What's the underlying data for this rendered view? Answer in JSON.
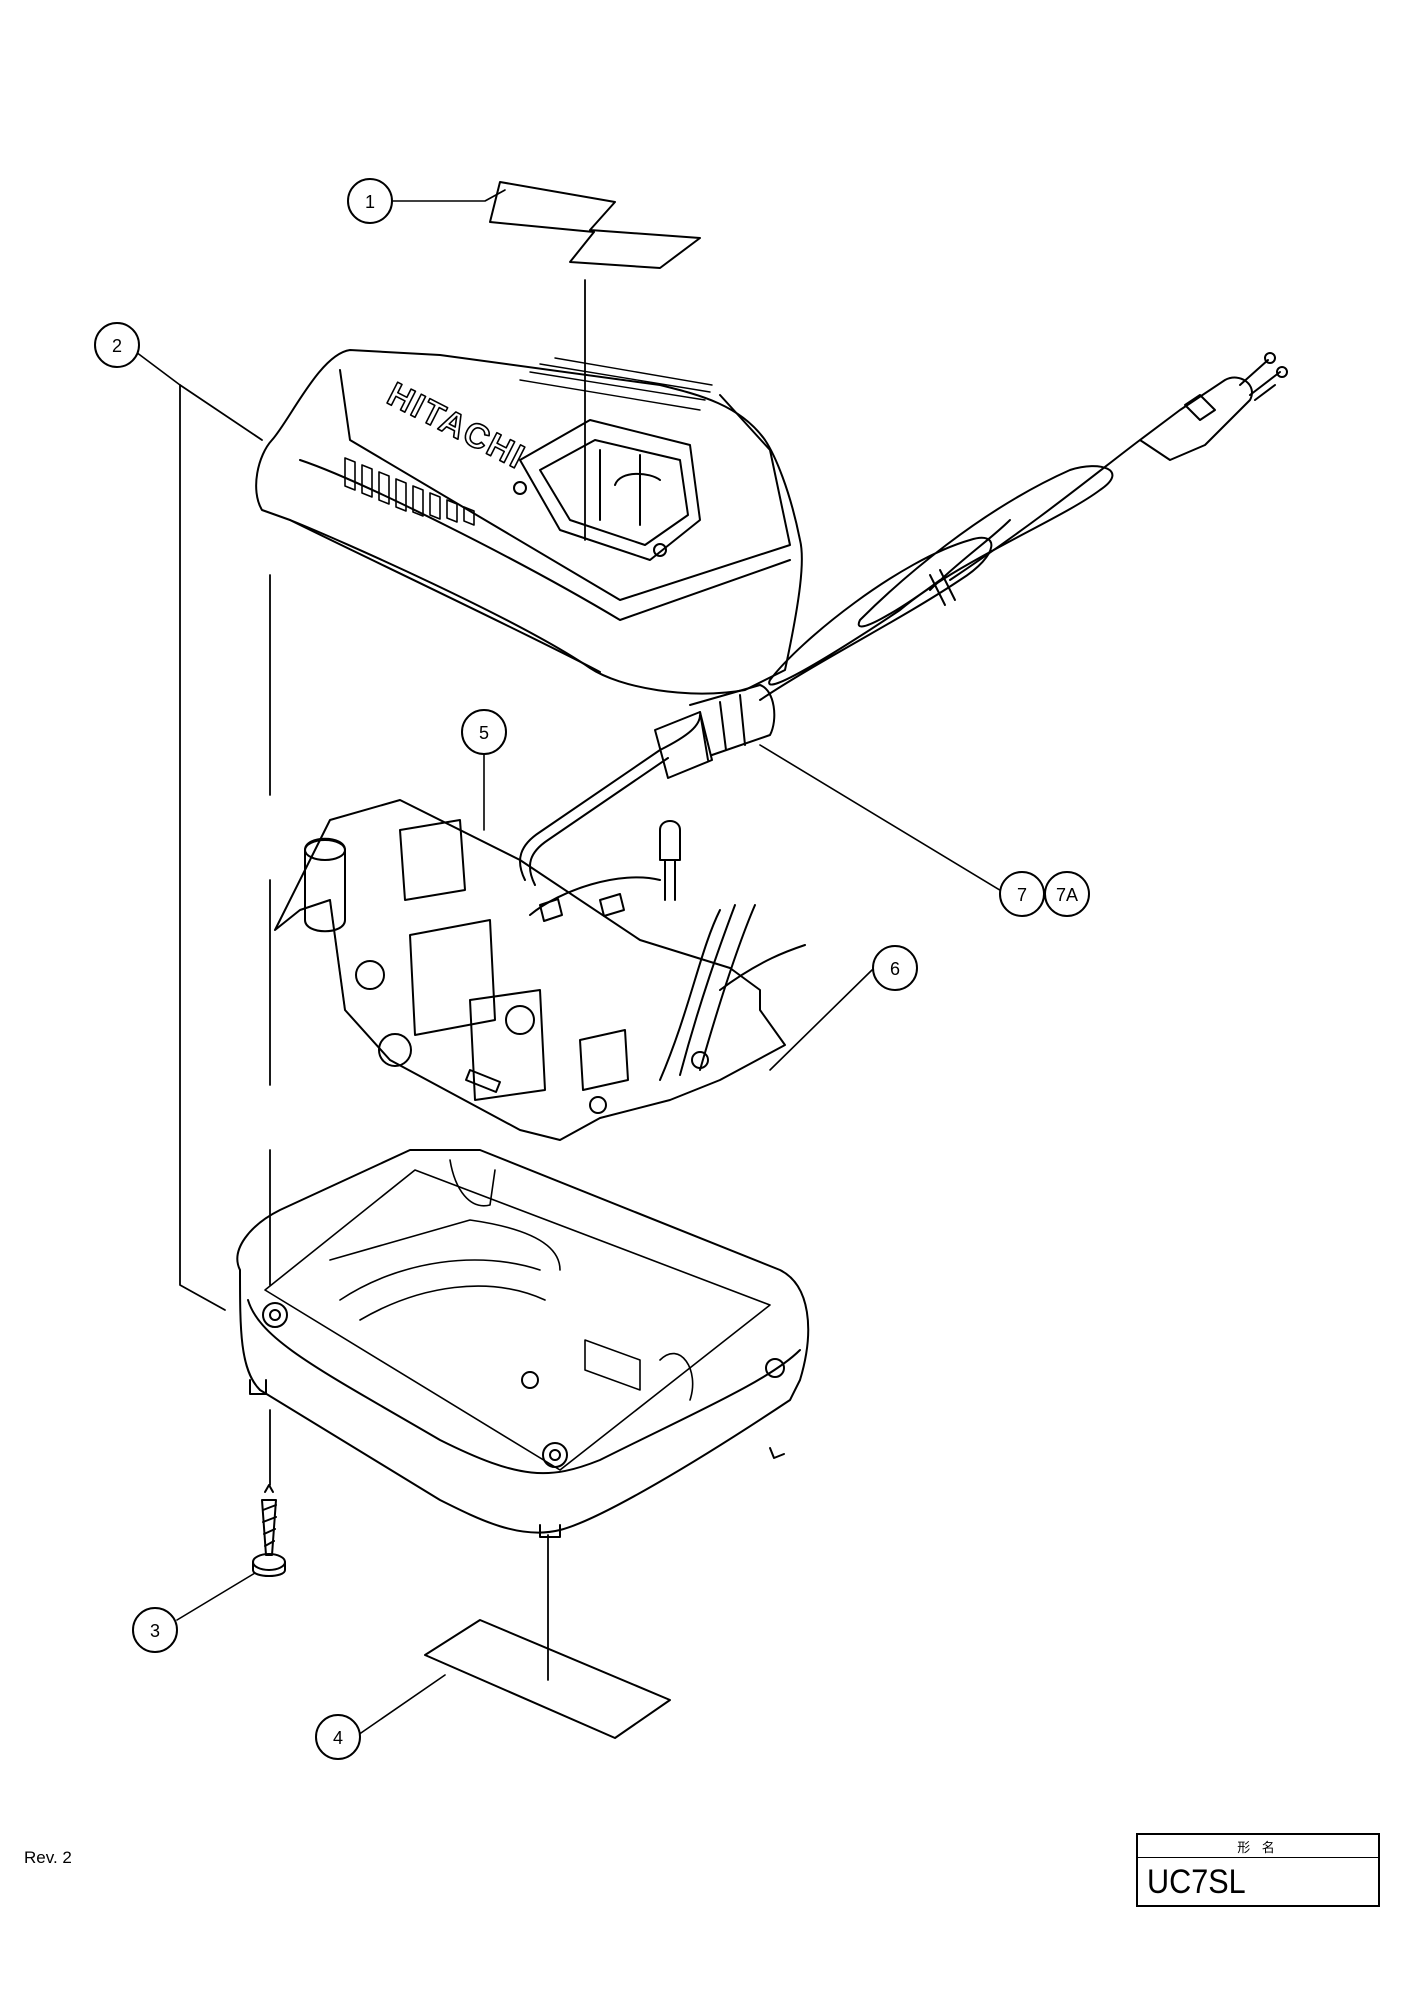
{
  "brand": "HITACHI",
  "callouts": [
    {
      "id": "c1",
      "label": "1"
    },
    {
      "id": "c2",
      "label": "2"
    },
    {
      "id": "c3",
      "label": "3"
    },
    {
      "id": "c4",
      "label": "4"
    },
    {
      "id": "c5",
      "label": "5"
    },
    {
      "id": "c6",
      "label": "6"
    },
    {
      "id": "c7",
      "label": "7"
    },
    {
      "id": "c7a",
      "label": "7A"
    }
  ],
  "footer": {
    "revision": "Rev. 2",
    "model_header": "形 名",
    "model": "UC7SL"
  }
}
